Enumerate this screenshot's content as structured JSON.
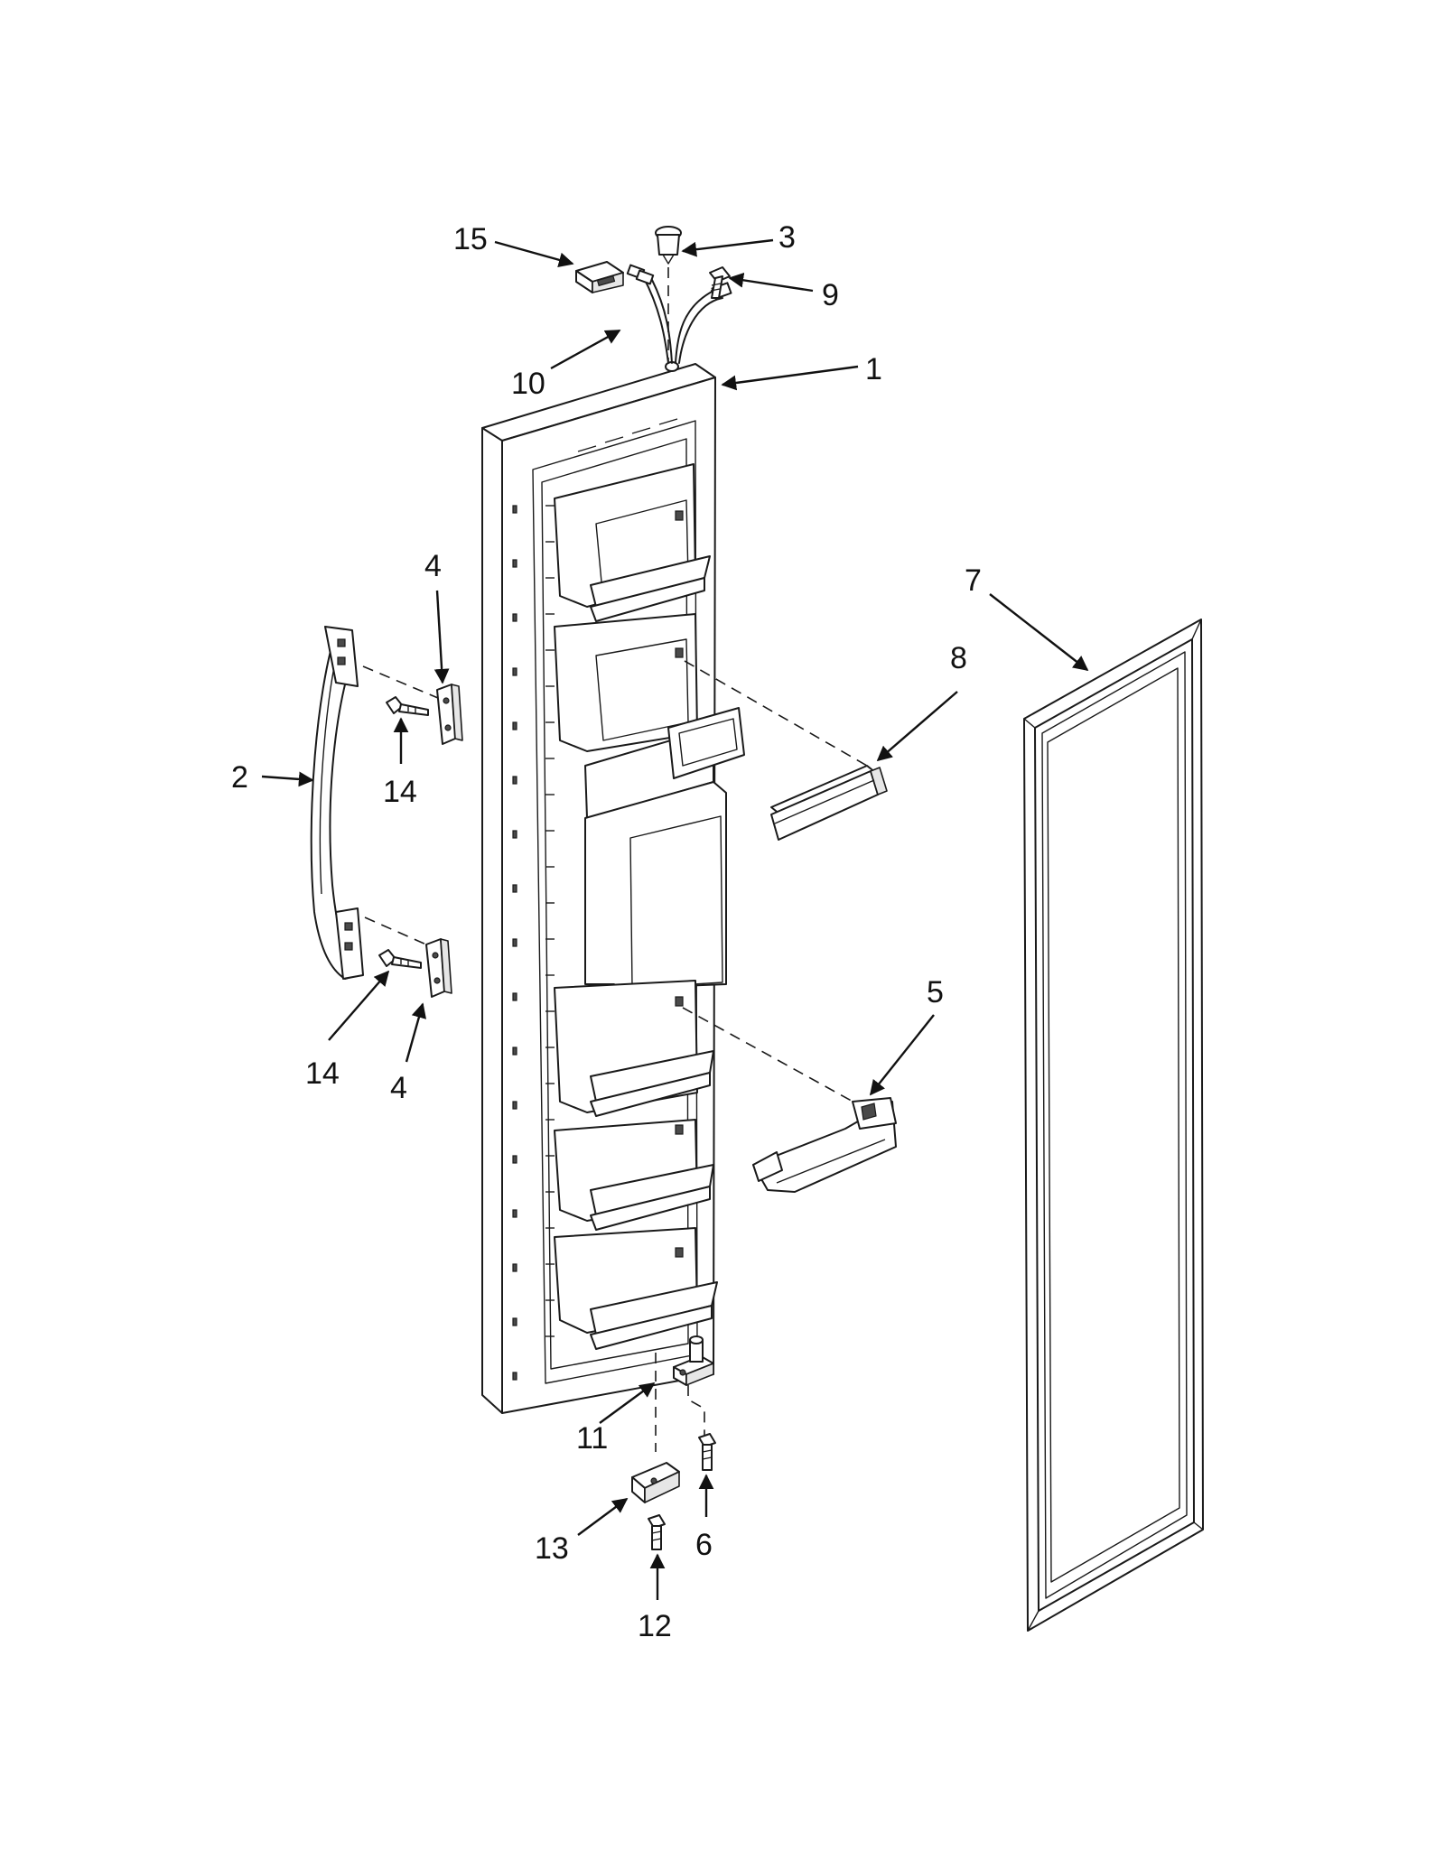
{
  "callouts": [
    {
      "id": "15",
      "label": "15"
    },
    {
      "id": "3",
      "label": "3"
    },
    {
      "id": "9",
      "label": "9"
    },
    {
      "id": "10",
      "label": "10"
    },
    {
      "id": "1",
      "label": "1"
    },
    {
      "id": "7",
      "label": "7"
    },
    {
      "id": "4a",
      "label": "4"
    },
    {
      "id": "8",
      "label": "8"
    },
    {
      "id": "2",
      "label": "2"
    },
    {
      "id": "14a",
      "label": "14"
    },
    {
      "id": "5",
      "label": "5"
    },
    {
      "id": "14b",
      "label": "14"
    },
    {
      "id": "4b",
      "label": "4"
    },
    {
      "id": "11",
      "label": "11"
    },
    {
      "id": "13",
      "label": "13"
    },
    {
      "id": "6",
      "label": "6"
    },
    {
      "id": "12",
      "label": "12"
    }
  ],
  "colors": {
    "ink": "#1a1a1a",
    "background": "#ffffff"
  }
}
